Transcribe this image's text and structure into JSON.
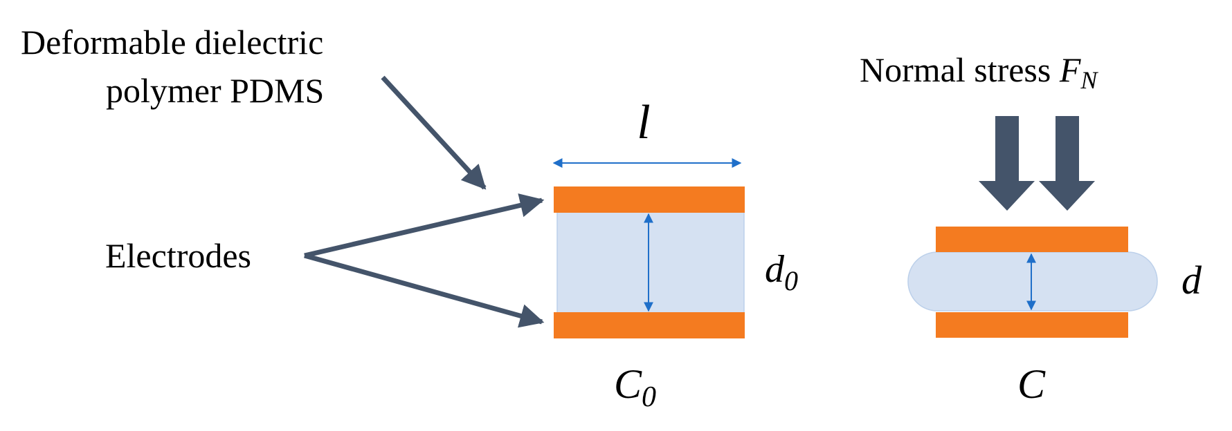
{
  "labels": {
    "dielectric_line1": "Deformable dielectric",
    "dielectric_line2": "polymer PDMS",
    "electrodes": "Electrodes",
    "length": "l",
    "gap_initial_main": "d",
    "gap_initial_sub": "0",
    "cap_initial_main": "C",
    "cap_initial_sub": "0",
    "stress_text": "Normal stress ",
    "stress_symbol": "F",
    "stress_sub": "N",
    "gap_compressed": "d",
    "cap_compressed": "C"
  },
  "colors": {
    "electrode": "#f47b20",
    "dielectric_fill": "#d5e1f2",
    "dielectric_edge": "#bcd0ea",
    "dimension_arrow": "#1f6fc9",
    "pointer_arrow": "#44546a"
  }
}
